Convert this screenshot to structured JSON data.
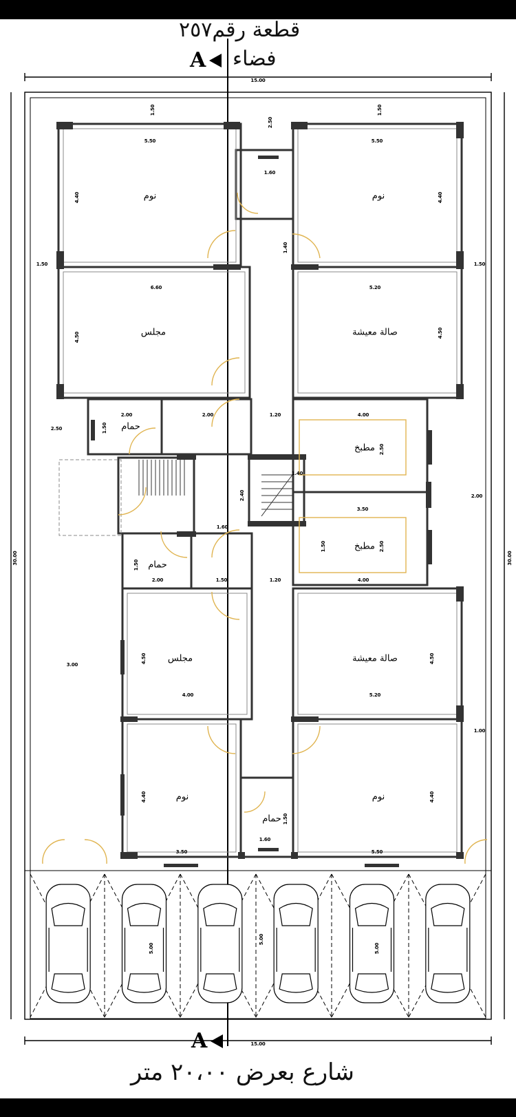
{
  "title_top": "قطعة رقم٢٥٧",
  "north_side_label": "فضاء",
  "section_marker": "A",
  "street_label": "شارع بعرض ٢٠،٠٠ متر",
  "rooms": {
    "bedroom_1": "نوم",
    "bedroom_2": "نوم",
    "majlis_1": "مجلس",
    "living_1": "صالة معيشة",
    "bath_1": "حمام",
    "kitchen_1": "مطبخ",
    "kitchen_2": "مطبخ",
    "bath_2": "حمام",
    "majlis_2": "مجلس",
    "living_2": "صالة معيشة",
    "bedroom_3": "نوم",
    "bath_3": "حمام",
    "bedroom_4": "نوم"
  },
  "dimensions": {
    "overall_width_top": "15.00",
    "overall_width_bottom": "15.00",
    "overall_length_left": "30.00",
    "overall_length_right": "30.00",
    "setback_top_left": "1.50",
    "setback_top_mid": "2.50",
    "setback_top_right": "1.50",
    "bed1_width": "5.50",
    "bed2_width": "5.50",
    "bed1_depth": "4.40",
    "bed2_depth": "4.40",
    "stair_top_width": "1.60",
    "corridor_top": "1.40",
    "setback_left_top": "1.50",
    "setback_right_top": "1.50",
    "majlis1_width": "6.60",
    "living1_width": "5.20",
    "majlis1_depth": "4.50",
    "living1_depth": "4.50",
    "bath1_w": "2.00",
    "hall_w": "2.00",
    "entry_w": "1.20",
    "kitchen1_w": "4.00",
    "setback_left_mid": "2.50",
    "bath1_d": "1.50",
    "kitchen1_d": "2.50",
    "stair_w": "1.40",
    "stair_d": "2.40",
    "setback_right_mid": "2.00",
    "lobby_w": "1.60",
    "kitchen_sep": "3.50",
    "kitchen2_d": "2.50",
    "kitchen2_small": "1.50",
    "bath2_d": "1.50",
    "bath2_w": "2.00",
    "corr2": "1.50",
    "entry2": "1.20",
    "kitchen2_w": "4.00",
    "setback_left_low": "3.00",
    "majlis2_d": "4.50",
    "living2_d": "4.50",
    "majlis2_w": "4.00",
    "living2_w": "5.20",
    "setback_right_low": "1.00",
    "bed3_d": "4.40",
    "bed4_d": "4.40",
    "bath3_d": "1.50",
    "bath3_w": "1.60",
    "bed3_w": "3.50",
    "bed4_w": "5.50",
    "parking_d_1": "5.00",
    "parking_d_2": "5.00",
    "parking_d_3": "5.00"
  },
  "parking_spaces": 6,
  "colors": {
    "door_swing": "#e0b450",
    "wall": "#444444",
    "line": "#000000"
  }
}
